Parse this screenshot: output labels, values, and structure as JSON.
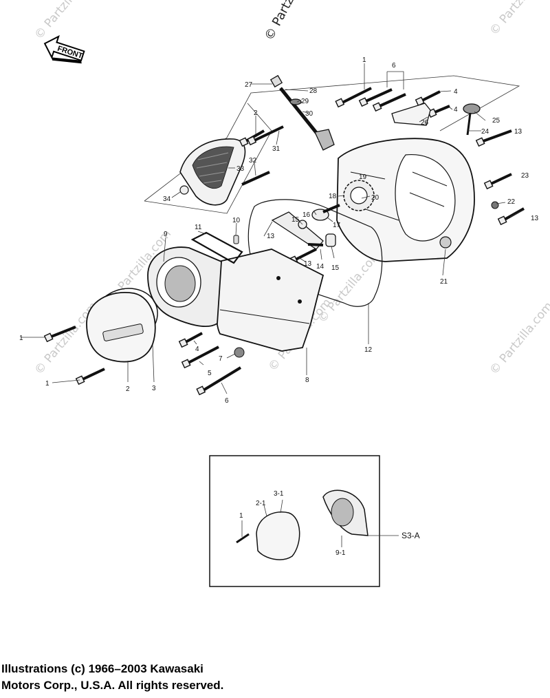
{
  "watermarks": {
    "top_center": "© Partzilla.com",
    "faint": "© Partzilla.com"
  },
  "front_label": "FRONT",
  "callouts": {
    "c1a": "1",
    "c6a": "6",
    "c4a": "4",
    "c4b": "4",
    "c27": "27",
    "c28": "28",
    "c29": "29",
    "c30": "30",
    "c2a": "2",
    "c31": "31",
    "c26": "26",
    "c25": "25",
    "c24": "24",
    "c13a": "13",
    "c32": "32",
    "c33": "33",
    "c34": "34",
    "c19": "19",
    "c23": "23",
    "c18": "18",
    "c20": "20",
    "c22": "22",
    "c13b": "13",
    "c16": "16",
    "c15a": "15",
    "c17": "17",
    "c11": "11",
    "c10": "10",
    "c9": "9",
    "c13c": "13",
    "c14": "14",
    "c15b": "15",
    "c13d": "13",
    "c21": "21",
    "c1b": "1",
    "c4c": "4",
    "c7": "7",
    "c5": "5",
    "c12": "12",
    "c2b": "2",
    "c3": "3",
    "c8": "8",
    "c1c": "1",
    "c6b": "6"
  },
  "inset": {
    "callouts": {
      "c3_1": "3-1",
      "c2_1": "2-1",
      "c1": "1",
      "c9_1": "9-1"
    },
    "label": "S3-A"
  },
  "copyright": {
    "line1": "Illustrations (c) 1966–2003 Kawasaki",
    "line2": "Motors Corp., U.S.A.  All rights reserved."
  }
}
